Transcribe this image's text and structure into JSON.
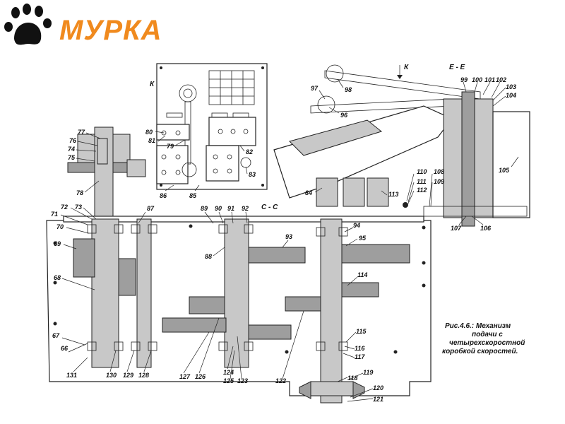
{
  "brand": {
    "name": "МУРКА",
    "colors": {
      "accent": "#f08a1e",
      "paw": "#111111"
    },
    "icon": "paw-print-icon"
  },
  "diagram": {
    "section_labels": {
      "view_k": "К",
      "section_cc": "С - С",
      "section_ee": "Е - Е",
      "arrow_k": "К"
    },
    "caption_lines": [
      "Рис.4.6.: Механизм",
      "подачи с",
      "четырехскоростной",
      "коробкой скоростей."
    ],
    "part_numbers": [
      "66",
      "67",
      "68",
      "69",
      "70",
      "71",
      "72",
      "73",
      "74",
      "75",
      "76",
      "77",
      "78",
      "79",
      "80",
      "81",
      "82",
      "83",
      "84",
      "85",
      "86",
      "87",
      "88",
      "89",
      "90",
      "91",
      "92",
      "93",
      "94",
      "95",
      "96",
      "97",
      "98",
      "99",
      "100",
      "101",
      "102",
      "103",
      "104",
      "105",
      "106",
      "107",
      "108",
      "109",
      "110",
      "111",
      "112",
      "113",
      "114",
      "115",
      "116",
      "117",
      "118",
      "119",
      "120",
      "121",
      "122",
      "123",
      "124",
      "125",
      "126",
      "127",
      "128",
      "129",
      "130",
      "131"
    ]
  }
}
